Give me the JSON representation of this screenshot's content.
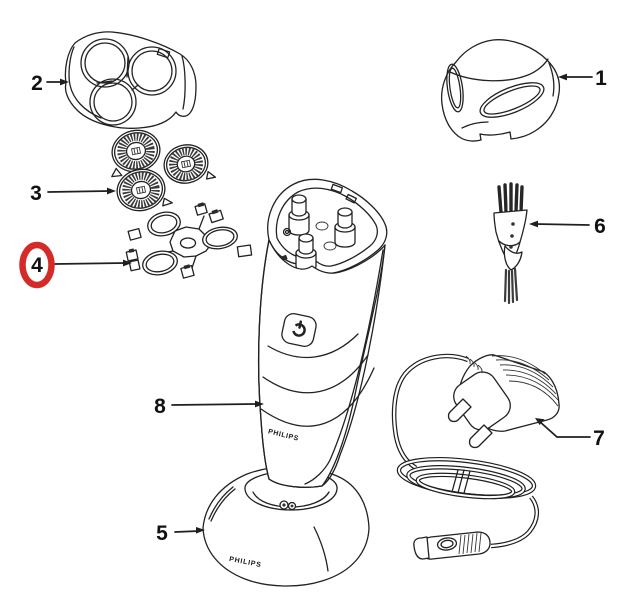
{
  "diagram": {
    "background": "#ffffff",
    "line_color": "#1f1f1f",
    "highlight_color": "#d42b29",
    "brand_text": "PHILIPS",
    "highlighted_part": "4",
    "parts": [
      {
        "number": "1",
        "highlighted": false
      },
      {
        "number": "2",
        "highlighted": false
      },
      {
        "number": "3",
        "highlighted": false
      },
      {
        "number": "4",
        "highlighted": true
      },
      {
        "number": "5",
        "highlighted": false
      },
      {
        "number": "6",
        "highlighted": false
      },
      {
        "number": "7",
        "highlighted": false
      },
      {
        "number": "8",
        "highlighted": false
      }
    ]
  }
}
